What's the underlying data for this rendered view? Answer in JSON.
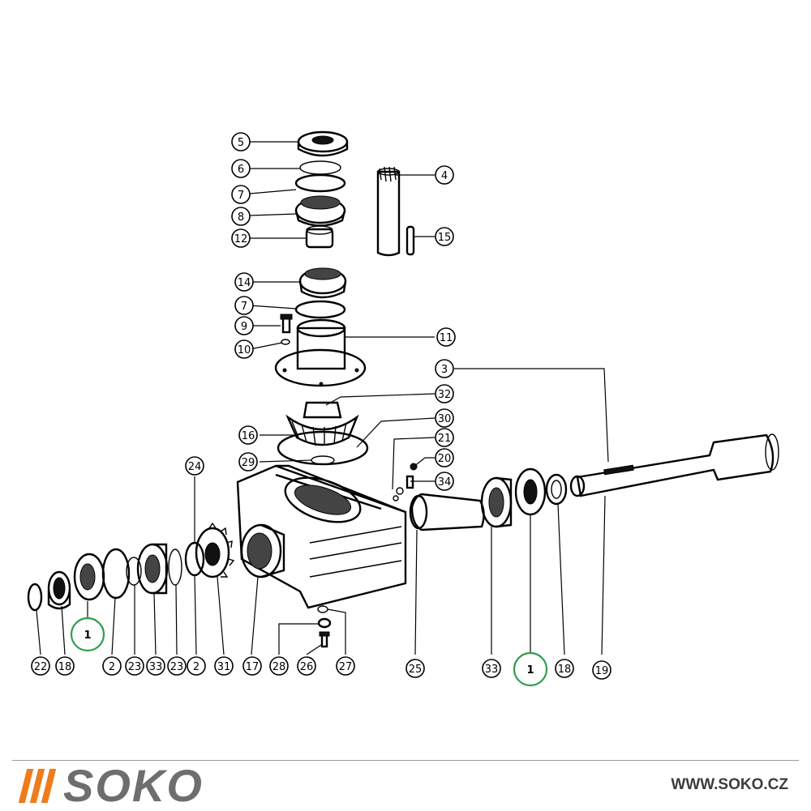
{
  "diagram": {
    "callouts": [
      "5",
      "6",
      "7",
      "8",
      "12",
      "4",
      "15",
      "14",
      "7",
      "9",
      "10",
      "11",
      "3",
      "32",
      "30",
      "16",
      "21",
      "29",
      "20",
      "34",
      "24",
      "22",
      "18",
      "2",
      "23",
      "33",
      "23",
      "2",
      "31",
      "17",
      "28",
      "26",
      "27",
      "25",
      "33",
      "18",
      "19"
    ],
    "highlighted_callouts": [
      "1",
      "1"
    ],
    "highlight_color": "#2e9e4f"
  },
  "footer": {
    "brand": "SOKO",
    "website": "WWW.SOKO.CZ",
    "brand_color": "#6e6e6e",
    "accent_color": "#f07b1a"
  }
}
